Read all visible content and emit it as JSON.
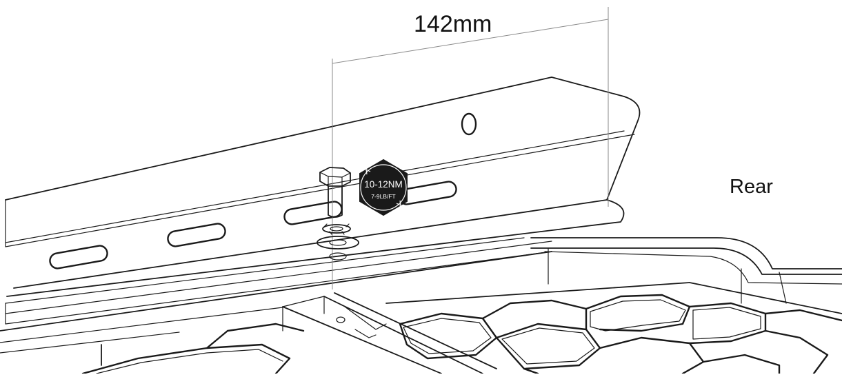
{
  "dimension": {
    "value_label": "142mm"
  },
  "orientation": {
    "label": "Rear"
  },
  "torque_badge": {
    "primary": "10-12NM",
    "secondary": "7-9LB/FT"
  }
}
